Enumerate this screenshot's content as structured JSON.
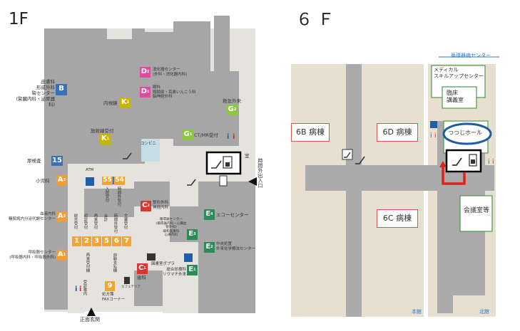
{
  "floor1": {
    "title": "1F",
    "entrances": {
      "main": "正面玄関",
      "after_hours": "時間外出入口"
    },
    "departments": [
      {
        "code": "B",
        "sub": "",
        "color": "#3b6fb6",
        "label": "皮膚科\n形成外科\n腎センター\n(腎臓内科・泌尿器科)"
      },
      {
        "code": "15",
        "sub": "",
        "color": "#3b6fb6",
        "label": "尿検査"
      },
      {
        "code": "A",
        "sub": "3",
        "color": "#f39c33",
        "label": "小児科"
      },
      {
        "code": "A",
        "sub": "2",
        "color": "#f39c33",
        "label": "血液内科\n糖尿病内分泌代謝センター"
      },
      {
        "code": "A",
        "sub": "1",
        "color": "#f39c33",
        "label": "呼吸器センター\n(呼吸器内科・呼吸器外科)"
      },
      {
        "code": "K",
        "sub": "2",
        "color": "#c9b400",
        "label": "内視鏡"
      },
      {
        "code": "K",
        "sub": "1",
        "color": "#c9b400",
        "label": "放射線受付"
      },
      {
        "code": "D",
        "sub": "2",
        "color": "#e04aa0",
        "label": "消化器センター\n(外科・消化器内科)"
      },
      {
        "code": "D",
        "sub": "1",
        "color": "#e04aa0",
        "label": "眼科\n頭頸部・耳鼻いんこう科\n脳神経外科"
      },
      {
        "code": "G",
        "sub": "2",
        "color": "#8dc63f",
        "label": "救急外来"
      },
      {
        "code": "G",
        "sub": "1",
        "color": "#8dc63f",
        "label": "CT/MR受付"
      },
      {
        "code": "C",
        "sub": "2",
        "color": "#d9382f",
        "label": "整形外科\n神経内科"
      },
      {
        "code": "C",
        "sub": "1",
        "color": "#d9382f",
        "label": "歯科"
      },
      {
        "code": "E",
        "sub": "3",
        "color": "#2e8b57",
        "label": "循環器センター\n(循環器内科・心臓血管外科)\n緩和医療科\n心療内科"
      },
      {
        "code": "E",
        "sub": "2",
        "color": "#2e8b57",
        "label": "中央処置\n外来化学療法センター"
      },
      {
        "code": "E",
        "sub": "1",
        "color": "#2e8b57",
        "label": "総合診療科\nリウマチ外来"
      },
      {
        "code": "E",
        "sub": "4",
        "color": "#2e8b57",
        "label": "エコーセンター"
      },
      {
        "code": "9",
        "sub": "",
        "color": "#f39c33",
        "label": "処方箋\nFAXコーナー"
      }
    ],
    "counters": [
      "1",
      "2",
      "3",
      "5",
      "6",
      "7"
    ],
    "counter_labels": [
      "総合受付",
      "初診受付",
      "再来受付",
      "会計",
      "時間外受付",
      "文書受付"
    ],
    "counter_55": "55",
    "counter_54": "54",
    "counter_55_label": "入院受付",
    "counter_54_label": "時間外受付",
    "facilities": {
      "atm": "ATM",
      "convenience": "コンビニ",
      "library": "図書室ポプラ",
      "cafe": "カフェテリア",
      "reception_guide": "受診案内",
      "revisit_machine": "再来受付機",
      "auto_payment": "自動支払機",
      "pharmacy_room": "室"
    }
  },
  "floor6": {
    "title": "６ Ｆ",
    "wards": [
      "6B 病棟",
      "6D 病棟",
      "6C 病棟"
    ],
    "rooms": [
      "メディカル\nスキルアップセンター",
      "臨床\n講義室",
      "つつじホール",
      "会議室等"
    ],
    "building_labels": {
      "north_top": "循環器病センター",
      "main": "本館",
      "north": "北館"
    }
  },
  "colors": {
    "corridor": "#e6e3df",
    "block": "#a6a6a6",
    "wall_dark": "#8c8c8c",
    "floor6_bg": "#e9dfd0",
    "floor6_corridor": "#ababab",
    "highlight_box": "#000000",
    "arrow": "#e02020",
    "ellipse": "#1f5b9e"
  }
}
